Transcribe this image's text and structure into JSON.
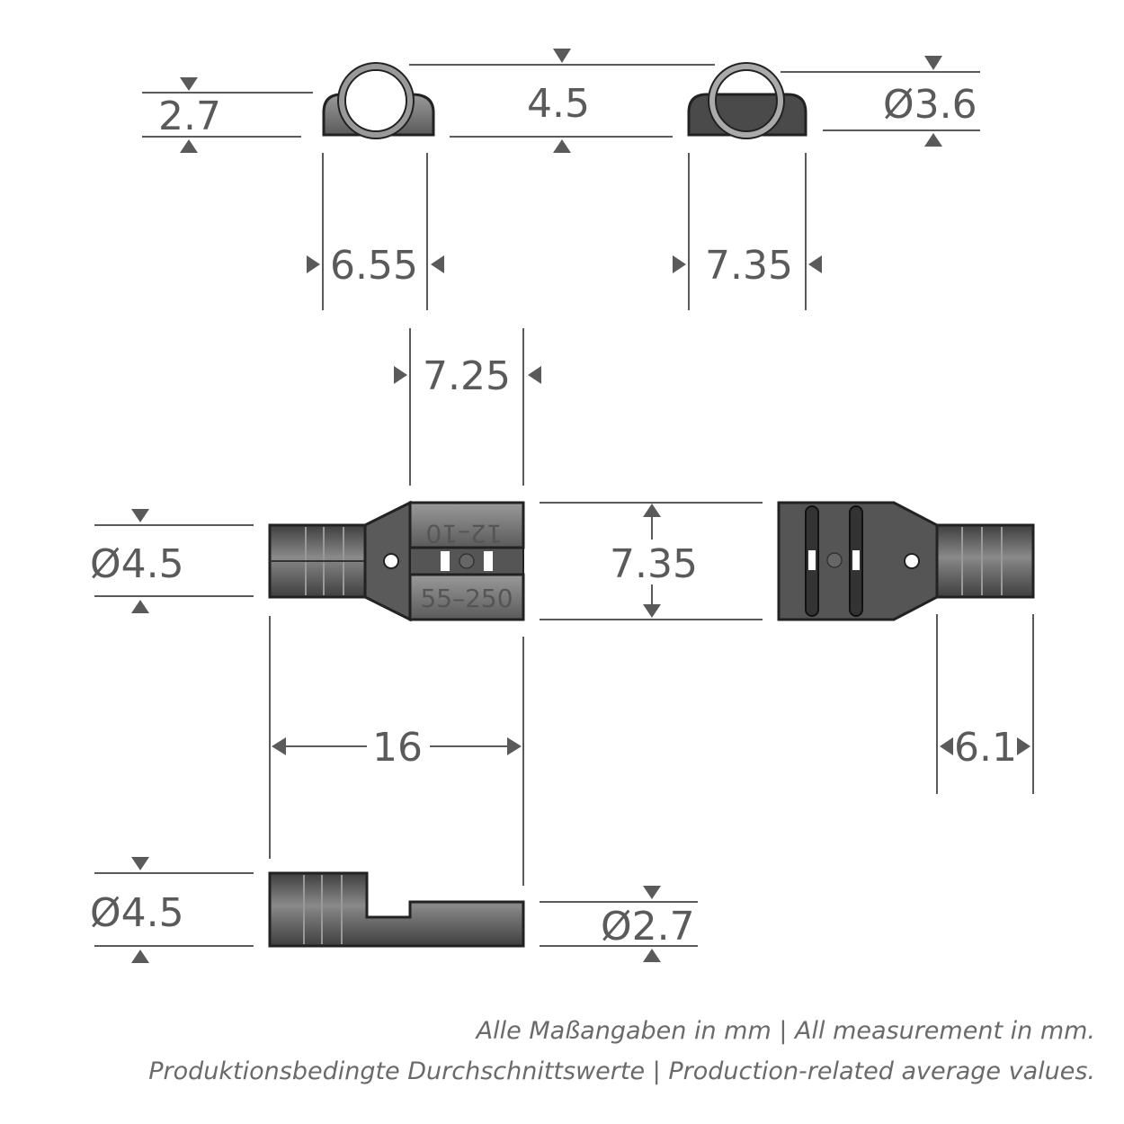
{
  "dimensions": {
    "top_height_left": "2.7",
    "top_spacing": "4.5",
    "top_diameter_right": "Ø3.6",
    "top_width_left": "6.55",
    "top_width_right": "7.35",
    "sleeve_length": "7.25",
    "insulation_diameter": "Ø4.5",
    "body_width": "7.35",
    "total_length": "16",
    "tab_width": "6.1",
    "side_diameter_large": "Ø4.5",
    "side_diameter_small": "Ø2.7"
  },
  "connector_markings": {
    "upper": "12–10",
    "lower": "55–250"
  },
  "footnote": {
    "line1": "Alle Maßangaben in mm | All measurement in mm.",
    "line2": "Produktionsbedingte Durchschnittswerte | Production-related average values."
  },
  "colors": {
    "line": "#5a5a5a",
    "body_dark": "#555555",
    "body_light": "#8a8a8a"
  }
}
